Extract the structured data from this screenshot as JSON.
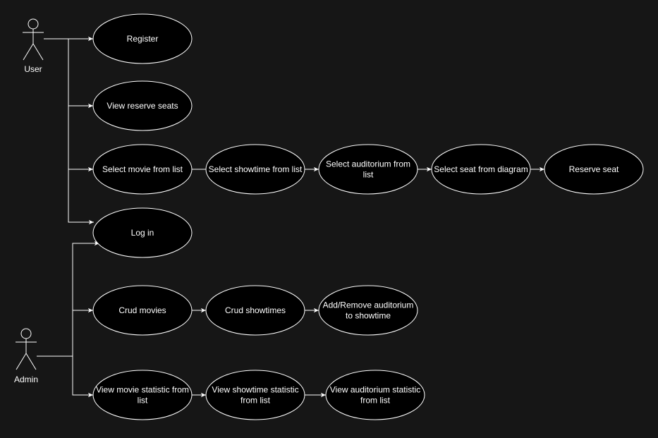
{
  "actors": [
    {
      "id": "user",
      "label": "User"
    },
    {
      "id": "admin",
      "label": "Admin"
    }
  ],
  "use_cases": [
    {
      "id": "register",
      "lines": [
        "Register"
      ]
    },
    {
      "id": "view-reserve-seats",
      "lines": [
        "View reserve seats"
      ]
    },
    {
      "id": "select-movie",
      "lines": [
        "Select movie from list"
      ]
    },
    {
      "id": "select-showtime",
      "lines": [
        "Select showtime from list"
      ]
    },
    {
      "id": "select-auditorium",
      "lines": [
        "Select auditorium from",
        "list"
      ]
    },
    {
      "id": "select-seat",
      "lines": [
        "Select seat from diagram"
      ]
    },
    {
      "id": "reserve-seat",
      "lines": [
        "Reserve seat"
      ]
    },
    {
      "id": "log-in",
      "lines": [
        "Log in"
      ]
    },
    {
      "id": "crud-movies",
      "lines": [
        "Crud movies"
      ]
    },
    {
      "id": "crud-showtimes",
      "lines": [
        "Crud showtimes"
      ]
    },
    {
      "id": "add-remove-auditorium",
      "lines": [
        "Add/Remove auditorium",
        "to showtime"
      ]
    },
    {
      "id": "view-movie-statistic",
      "lines": [
        "View movie statistic from",
        "list"
      ]
    },
    {
      "id": "view-showtime-statistic",
      "lines": [
        "View showtime statistic",
        "from list"
      ]
    },
    {
      "id": "view-auditorium-statistic",
      "lines": [
        "View auditorium statistic",
        "from list"
      ]
    }
  ],
  "edges": [
    {
      "from": "user",
      "to": "register"
    },
    {
      "from": "user",
      "to": "view-reserve-seats"
    },
    {
      "from": "user",
      "to": "select-movie"
    },
    {
      "from": "user",
      "to": "log-in"
    },
    {
      "from": "select-movie",
      "to": "select-showtime"
    },
    {
      "from": "select-showtime",
      "to": "select-auditorium"
    },
    {
      "from": "select-auditorium",
      "to": "select-seat"
    },
    {
      "from": "select-seat",
      "to": "reserve-seat"
    },
    {
      "from": "admin",
      "to": "log-in"
    },
    {
      "from": "admin",
      "to": "crud-movies"
    },
    {
      "from": "admin",
      "to": "view-movie-statistic"
    },
    {
      "from": "crud-movies",
      "to": "crud-showtimes"
    },
    {
      "from": "crud-showtimes",
      "to": "add-remove-auditorium"
    },
    {
      "from": "view-movie-statistic",
      "to": "view-showtime-statistic"
    },
    {
      "from": "view-showtime-statistic",
      "to": "view-auditorium-statistic"
    }
  ],
  "colors": {
    "background": "#161616",
    "node_fill": "#000000",
    "stroke": "#ffffff",
    "text": "#ffffff"
  }
}
